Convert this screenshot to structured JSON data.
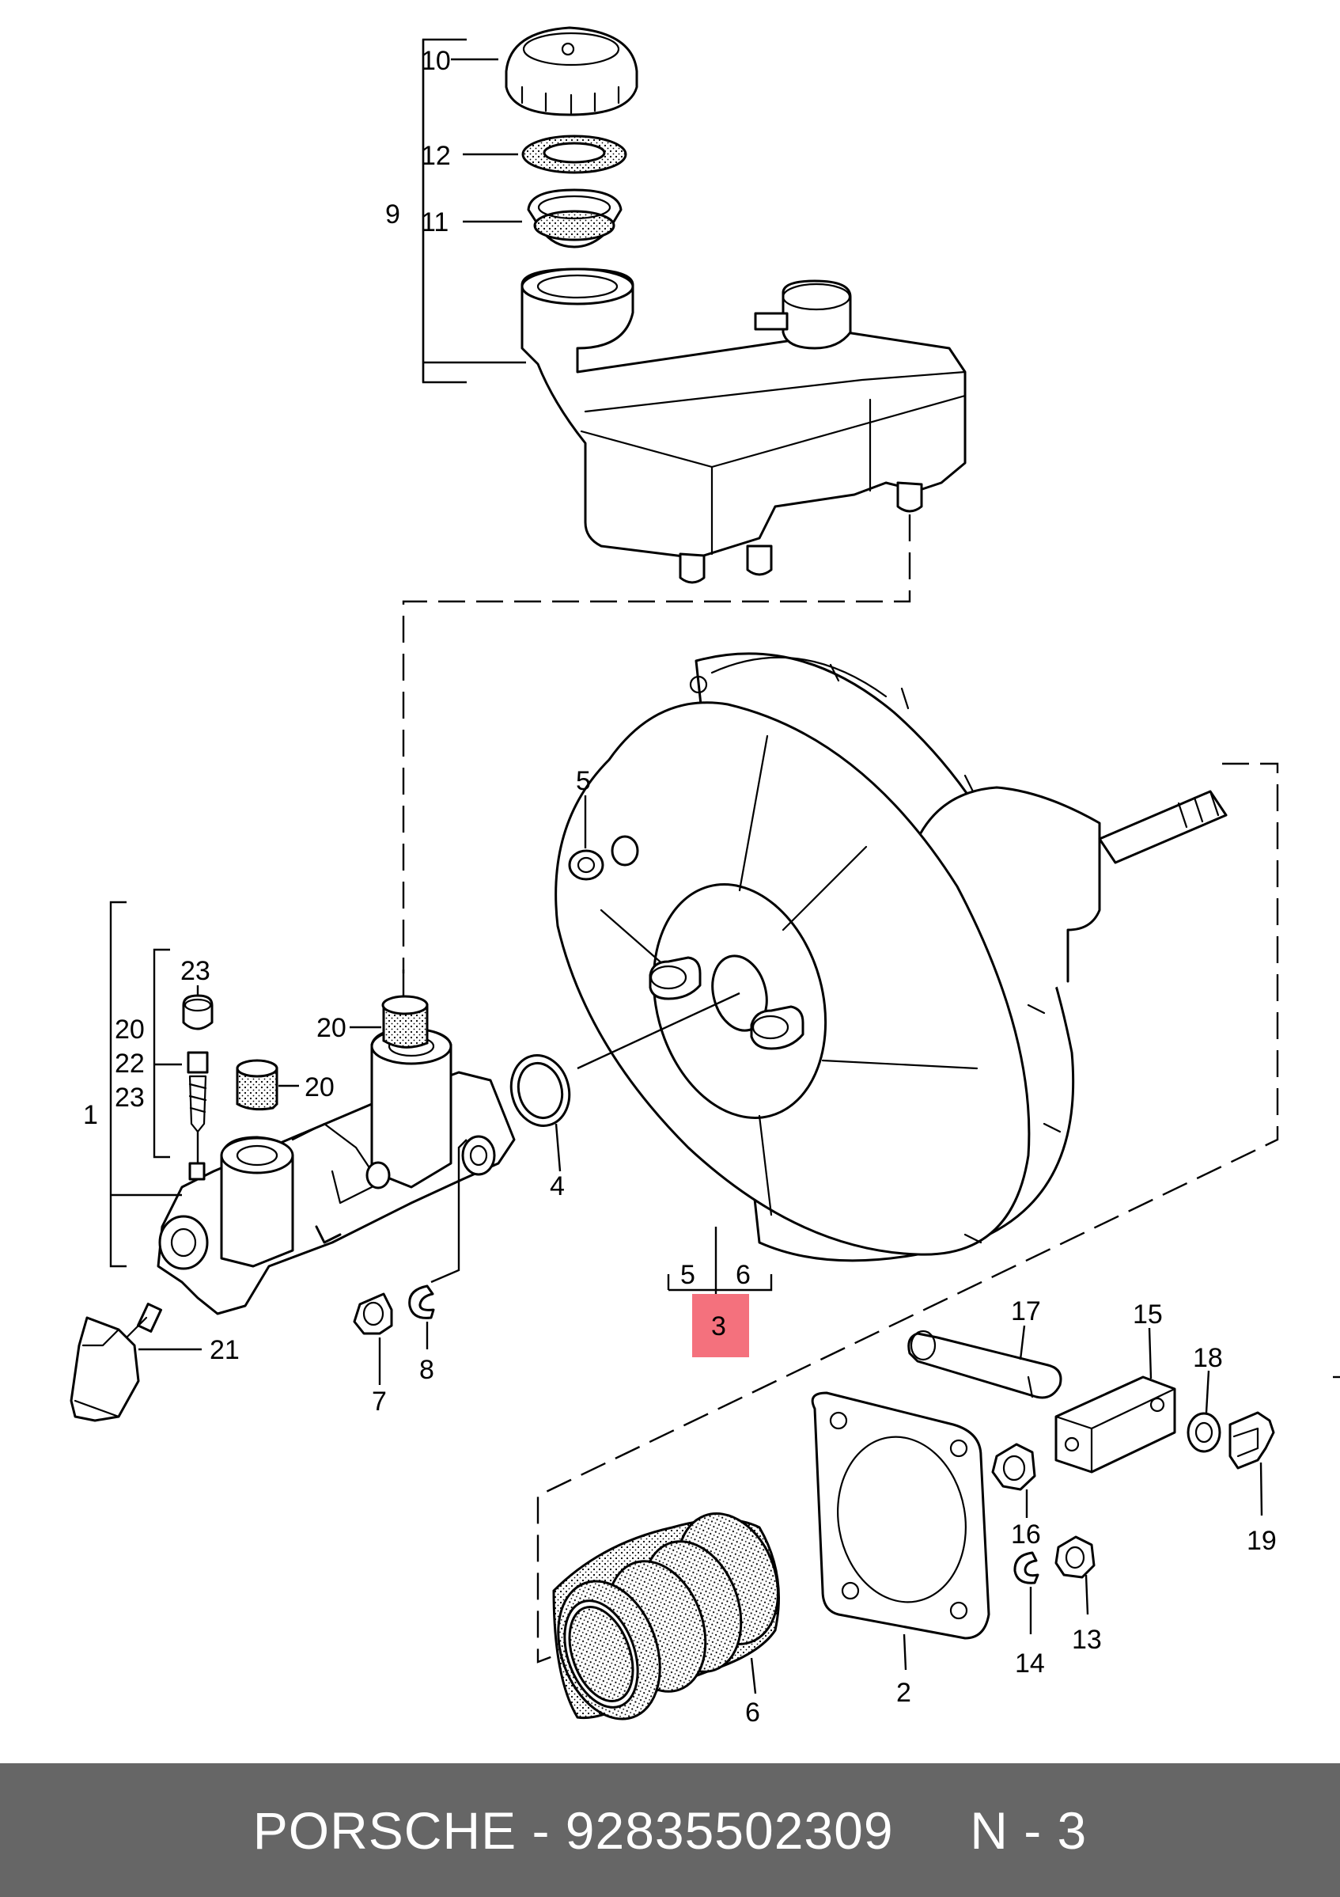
{
  "callouts": {
    "c1": "1",
    "c2": "2",
    "c3": "3",
    "c4": "4",
    "c5a": "5",
    "c5b": "5",
    "c6a": "6",
    "c6b": "6",
    "c7": "7",
    "c8": "8",
    "c9": "9",
    "c10": "10",
    "c11": "11",
    "c12": "12",
    "c13": "13",
    "c14": "14",
    "c15": "15",
    "c16": "16",
    "c17": "17",
    "c18": "18",
    "c19": "19",
    "c20a": "20",
    "c20b": "20",
    "c20c": "20",
    "c21": "21",
    "c22": "22",
    "c23a": "23",
    "c23b": "23"
  },
  "highlight_color": "#f4717d",
  "footer": {
    "text": "PORSCHE - 92835502309     N - 3",
    "background": "#666666",
    "text_color": "#ffffff"
  }
}
